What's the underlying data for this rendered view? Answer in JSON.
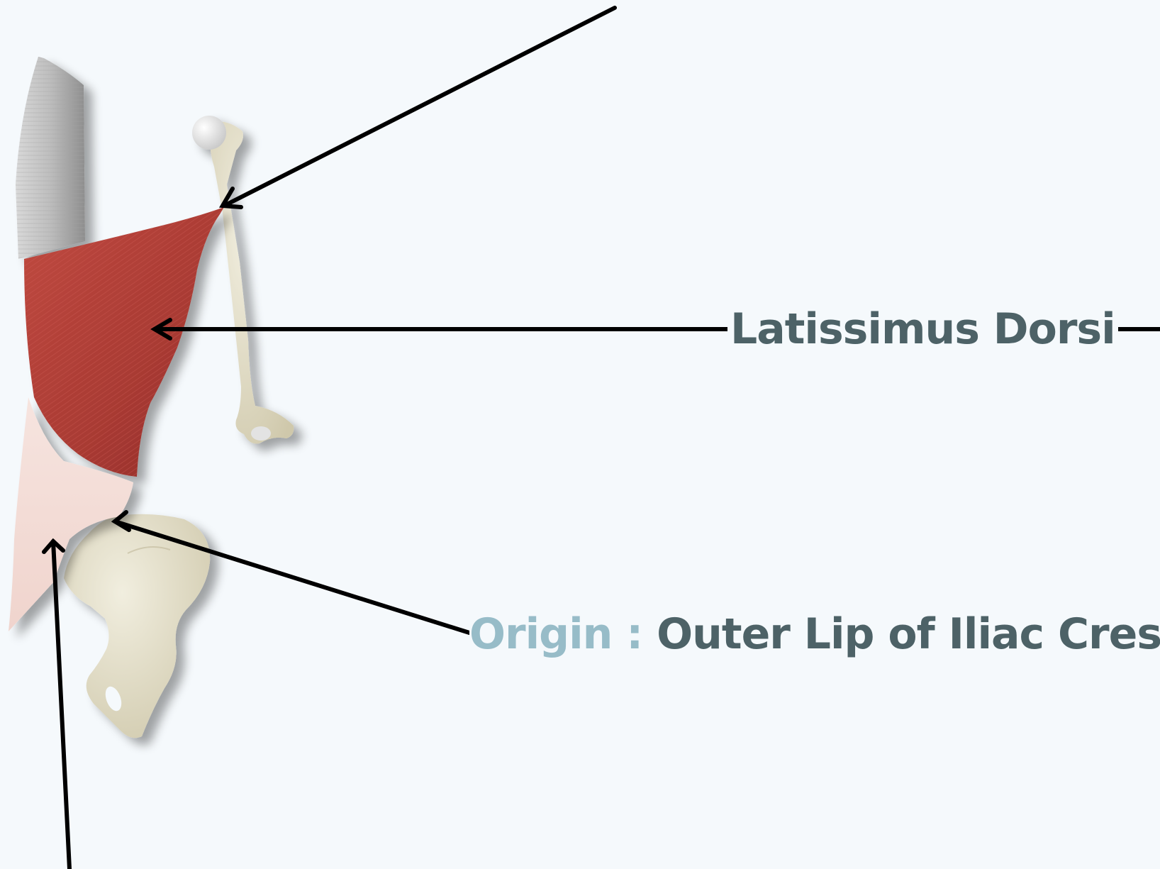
{
  "labels": {
    "muscle_name": "Latissimus Dorsi",
    "origin_prefix": "Origin :",
    "origin_text": "Outer Lip of Iliac Crest"
  },
  "colors": {
    "background": "#f5f9fc",
    "label_dark": "#4d6267",
    "label_light": "#97bcc8",
    "muscle_red": "#a83a33",
    "tendon": "#f2dcd6",
    "bone": "#e6e1cc",
    "spine_gray": "#b9b9b9",
    "arrow": "#000000"
  },
  "icons": [
    "spine-graphic",
    "humerus-bone-icon",
    "pelvis-bone-icon",
    "latissimus-muscle-icon"
  ]
}
